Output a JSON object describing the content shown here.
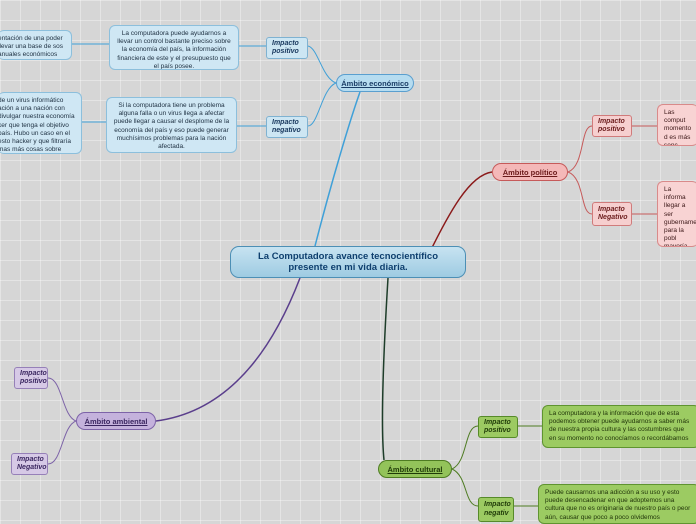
{
  "central": {
    "title": "La Computadora avance tecnocientífico presente en mi vida diaria."
  },
  "branches": {
    "economico": {
      "label": "Ámbito económico",
      "positive": {
        "label": "Impacto positivo",
        "text": "La computadora puede ayudarnos a llevar un control bastante preciso sobre la economía del país, la información financiera de este y el presupuesto que el país posee.",
        "side_text": "entación de una poder llevar una base de sos anuales económicos"
      },
      "negative": {
        "label": "Impacto negativo",
        "text": "Si la computadora tiene un problema alguna falla o un virus llega a afectar puede llegar a causar el desplome de la economía del país y eso puede generar muchísimos problemas para la nación afectada.",
        "side_text": "de un virus informático ación a una nación con divulgar nuestra economía ker que tenga el objetivo país. Hubo un caso en el esto hacker y que filtraría mas más cosas sobre"
      }
    },
    "politico": {
      "label": "Ámbito político",
      "positive": {
        "label": "Impacto positivo",
        "text": "Las comput momento d es más senc tiene así co"
      },
      "negative": {
        "label": "Impacto Negativo",
        "text": "La informa llegar a ser gubername para la pobl mayoría de consultan c palabras o ..."
      }
    },
    "ambiental": {
      "label": "Ámbito ambiental",
      "positive": {
        "label": "Impacto positivo"
      },
      "negative": {
        "label": "Impacto Negativo"
      }
    },
    "cultural": {
      "label": "Ámbito cultural",
      "positive": {
        "label": "Impacto positivo",
        "text": "La computadora y la información que de esta podemos obtener puede ayudarnos a saber más de nuestra propia cultura y las costumbres que en su momento no conocíamos o recordábamos"
      },
      "negative": {
        "label": "Impacto negativ",
        "text": "Puede causarnos una adicción a su uso y esto puede desencadenar en que adoptemos una cultura que no es originaria de nuestro país o peor aún, causar que poco a poco olvidemos"
      }
    }
  },
  "colors": {
    "economico": "#3fa0d8",
    "politico": "#8b1a1a",
    "ambiental": "#5a3e8c",
    "cultural": "#1e3d2a"
  }
}
